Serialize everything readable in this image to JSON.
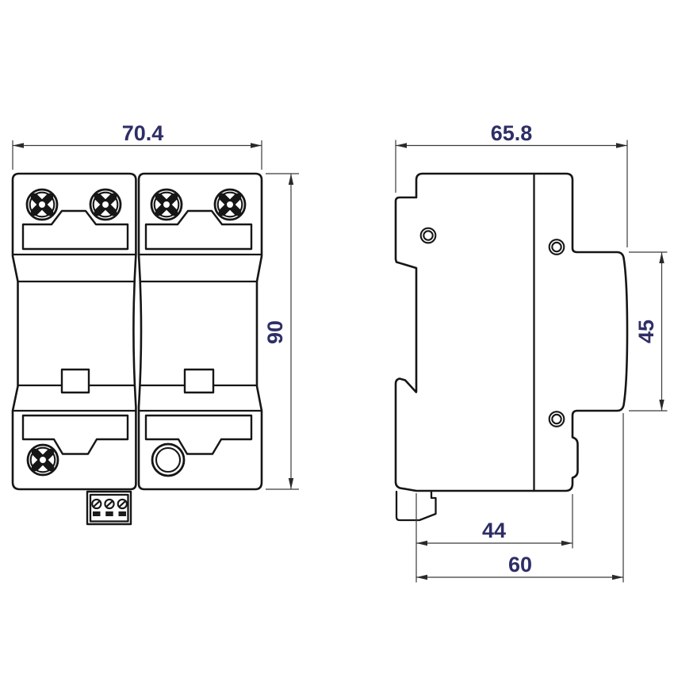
{
  "drawing": {
    "background": "#ffffff",
    "colors": {
      "outline": "#161616",
      "dimension_line": "#3b3b3b",
      "dimension_text": "#2e2e66"
    },
    "views": {
      "front": {
        "dimensions": {
          "overall_width": {
            "value": "70.4"
          },
          "overall_height": {
            "value": "90"
          }
        }
      },
      "side": {
        "dimensions": {
          "overall_depth": {
            "value": "65.8"
          },
          "front_section_height": {
            "value": "45"
          },
          "body_depth": {
            "value": "44"
          },
          "depth_without_clip": {
            "value": "60"
          }
        }
      }
    }
  }
}
